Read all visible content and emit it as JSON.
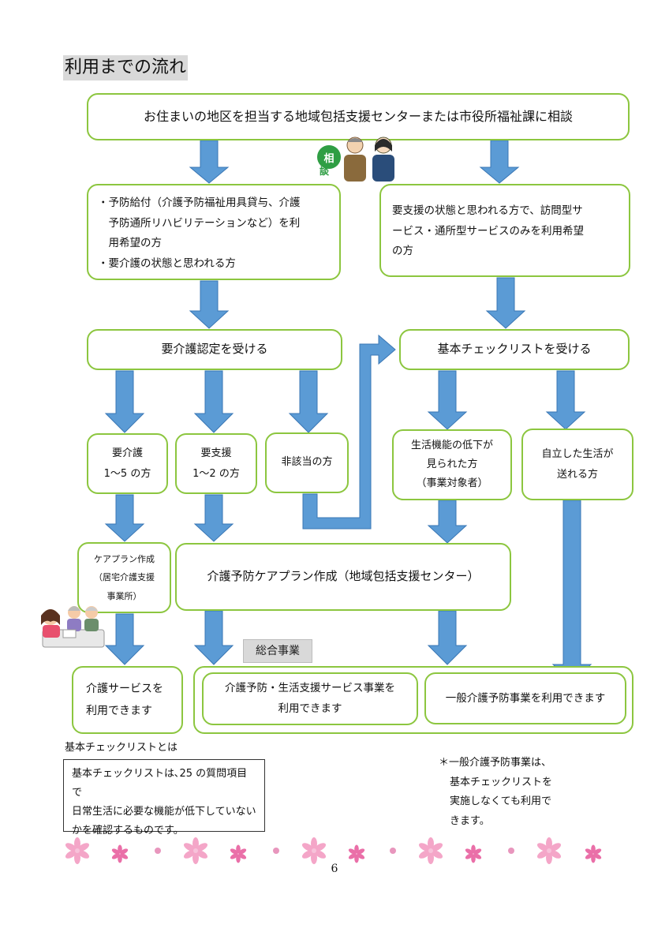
{
  "title": "利用までの流れ",
  "top_box": "お住まいの地区を担当する地域包括支援センターまたは市役所福祉課に相談",
  "consult_badge": [
    "相",
    "談"
  ],
  "left_upper_box": {
    "lines": [
      "・予防給付（介護予防福祉用具貸与、介護",
      "　予防通所リハビリテーションなど）を利",
      "　用希望の方",
      "・要介護の状態と思われる方"
    ]
  },
  "right_upper_box": {
    "lines": [
      "要支援の状態と思われる方で、訪問型サ",
      "ービス・通所型サービスのみを利用希望",
      "の方"
    ]
  },
  "nintei_box": "要介護認定を受ける",
  "checklist_box": "基本チェックリストを受ける",
  "yokaigo_box": [
    "要介護",
    "1～5 の方"
  ],
  "yoshien_box": [
    "要支援",
    "1～2 の方"
  ],
  "higaito_box": "非該当の方",
  "seikatsu_box": [
    "生活機能の低下が",
    "見られた方",
    "（事業対象者）"
  ],
  "jiritsu_box": [
    "自立した生活が",
    "送れる方"
  ],
  "careplan_box": [
    "ケアプラン作成",
    "（居宅介護支援",
    "事業所）"
  ],
  "yobo_careplan_box": "介護予防ケアプラン作成（地域包括支援センター）",
  "sogo_label": "総合事業",
  "kaigo_service_box": [
    "介護サービスを",
    "利用できます"
  ],
  "yobo_seikatsu_box": [
    "介護予防・生活支援サービス事業を",
    "利用できます"
  ],
  "ippan_box": "一般介護予防事業を利用できます",
  "note_title": "基本チェックリストとは",
  "note_lines": [
    "基本チェックリストは､25 の質問項目で",
    "日常生活に必要な機能が低下していない",
    "かを確認するものです。"
  ],
  "star_note_lines": [
    "＊一般介護予防事業は、",
    "基本チェックリストを",
    "実施しなくても利用で",
    "きます。"
  ],
  "page_number": "6",
  "colors": {
    "box_border": "#8cc63f",
    "arrow": "#5b9bd5",
    "arrow_stroke": "#3a77b5",
    "title_bg": "#d9d9d9",
    "flower_pink": "#f4a6c8",
    "dot_pink": "#e896bd"
  }
}
